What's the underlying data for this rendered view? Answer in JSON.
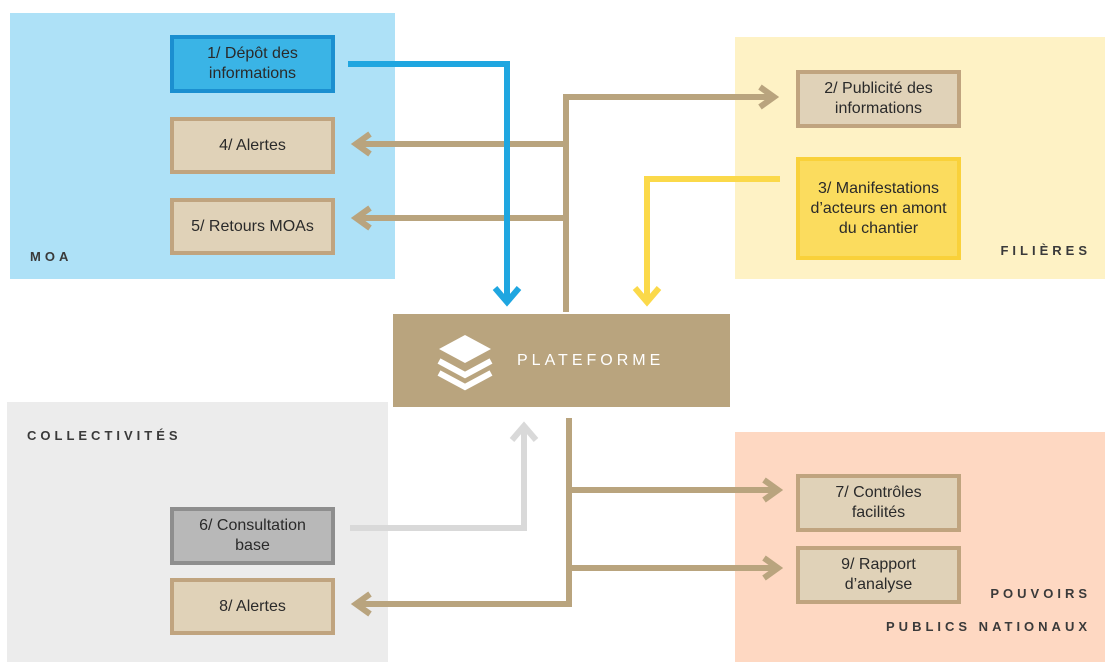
{
  "zones": {
    "moa": {
      "label": "MOA",
      "color": "#aee1f7"
    },
    "filieres": {
      "label": "FILIÈRES",
      "color": "#fef2c5"
    },
    "collectivites": {
      "label": "COLLECTIVITÉS",
      "color": "#ececec"
    },
    "pouvoirs": {
      "label_line1": "POUVOIRS",
      "label_line2": "PUBLICS NATIONAUX",
      "color": "#fed8c2"
    }
  },
  "platform": {
    "label": "PLATEFORME",
    "icon": "layers-icon",
    "color": "#b9a47e"
  },
  "nodes": {
    "depot": {
      "label": "1/ Dépôt des\ninformations"
    },
    "publicite": {
      "label": "2/ Publicité des\ninformations"
    },
    "manifestations": {
      "label": "3/ Manifestations\nd’acteurs en amont\ndu chantier"
    },
    "alertes_moa": {
      "label": "4/ Alertes"
    },
    "retours": {
      "label": "5/ Retours MOAs"
    },
    "consultation": {
      "label": "6/ Consultation\nbase"
    },
    "controles": {
      "label": "7/ Contrôles\nfacilités"
    },
    "alertes_coll": {
      "label": "8/ Alertes"
    },
    "rapport": {
      "label": "9/ Rapport\nd’analyse"
    }
  },
  "colors": {
    "tan_arrow": "#b9a47e",
    "blue_arrow": "#1fa6e0",
    "yellow_arrow": "#fbd94a",
    "grey_arrow": "#d9d9d9"
  }
}
